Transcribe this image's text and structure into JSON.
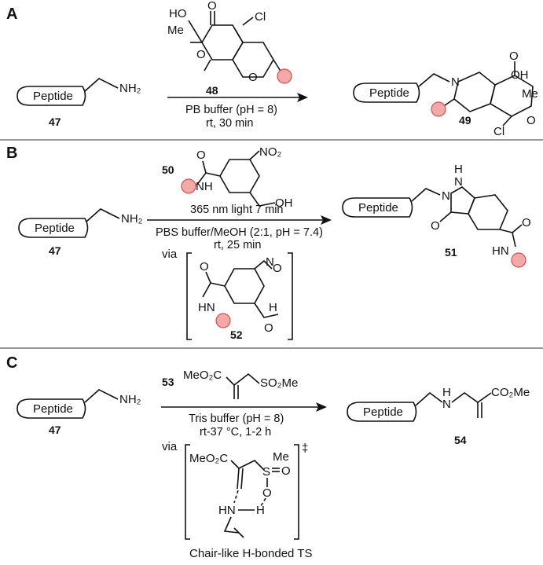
{
  "panels": {
    "A": {
      "letter": "A",
      "reactant": {
        "box": "Peptide",
        "amine": "NH₂",
        "number": "47"
      },
      "reagent": {
        "number": "48",
        "ho": "HO",
        "me": "Me",
        "cl": "Cl",
        "o_top": "O",
        "o_bottom": "O",
        "o_ring": "O"
      },
      "conditions": [
        "PB buffer (pH = 8)",
        "rt, 30 min"
      ],
      "product": {
        "box": "Peptide",
        "n": "N",
        "oh": "OH",
        "me": "Me",
        "cl": "Cl",
        "o_top": "O",
        "o_bottom": "O",
        "number": "49"
      }
    },
    "B": {
      "letter": "B",
      "reactant": {
        "box": "Peptide",
        "amine": "NH₂",
        "number": "47"
      },
      "reagent": {
        "number": "50",
        "no2": "NO₂",
        "oh": "OH",
        "nh": "NH",
        "o": "O"
      },
      "conditions": [
        "365 nm light 7 min",
        "PBS buffer/MeOH (2:1, pH = 7.4)",
        "rt, 25 min"
      ],
      "via": "via",
      "intermediate": {
        "number": "52",
        "n": "N",
        "o_nitroso": "O",
        "hn": "HN",
        "o_amide": "O",
        "h": "H",
        "o_ald": "O"
      },
      "product": {
        "box": "Peptide",
        "h": "H",
        "n1": "N",
        "n2": "N",
        "o": "O",
        "hn": "HN",
        "o_amide": "O",
        "number": "51"
      }
    },
    "C": {
      "letter": "C",
      "reactant": {
        "box": "Peptide",
        "amine": "NH₂",
        "number": "47"
      },
      "reagent": {
        "number": "53",
        "ester": "MeO₂C",
        "sulfone": "SO₂Me"
      },
      "conditions": [
        "Tris buffer (pH = 8)",
        "rt-37 °C, 1-2 h"
      ],
      "via": "via",
      "ts": {
        "ester": "MeO₂C",
        "me": "Me",
        "s": "S",
        "o_sulfonyl": "O",
        "o_bottom": "O",
        "hn": "HN",
        "h": "H",
        "dagger": "‡",
        "caption": "Chair-like H-bonded TS"
      },
      "product": {
        "box": "Peptide",
        "h": "H",
        "n": "N",
        "ester": "CO₂Me",
        "number": "54"
      }
    }
  },
  "colors": {
    "substituent_fill": "#f4a9a9",
    "substituent_stroke": "#d05050"
  }
}
